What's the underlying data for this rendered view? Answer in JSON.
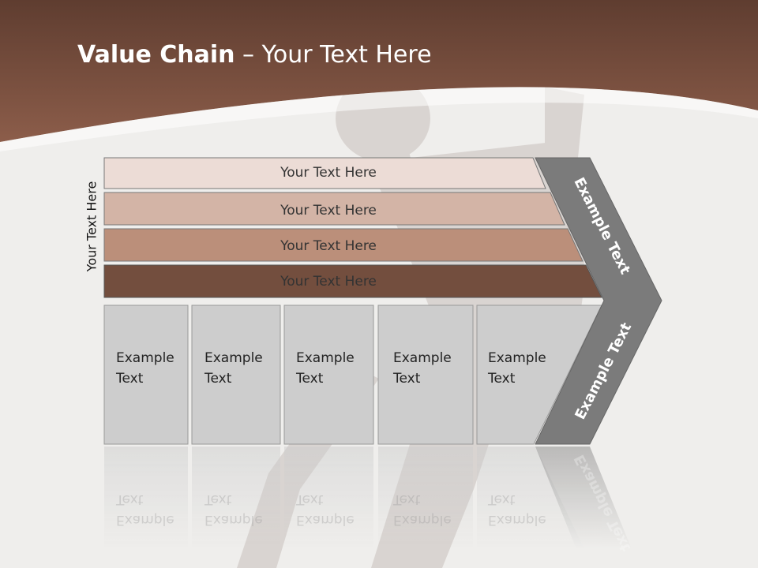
{
  "slide": {
    "title_bold": "Value Chain",
    "title_rest": " – Your Text Here",
    "side_label": "Your Text Here",
    "rows": [
      {
        "label": "Your Text Here",
        "color": "#ecdcd6"
      },
      {
        "label": "Your Text Here",
        "color": "#d3b4a6"
      },
      {
        "label": "Your Text Here",
        "color": "#bb8f7a"
      },
      {
        "label": "Your Text Here",
        "color": "#734e3e"
      }
    ],
    "boxes": [
      {
        "line1": "Example",
        "line2": "Text"
      },
      {
        "line1": "Example",
        "line2": "Text"
      },
      {
        "line1": "Example",
        "line2": "Text"
      },
      {
        "line1": "Example",
        "line2": "Text"
      },
      {
        "line1": "Example",
        "line2": "Text"
      }
    ],
    "chevron_upper": "Example Text",
    "chevron_lower": "Example Text",
    "colors": {
      "header": "#7e4e3b",
      "chevron": "#7b7b7b",
      "box_fill": "#cdcdcd"
    }
  }
}
